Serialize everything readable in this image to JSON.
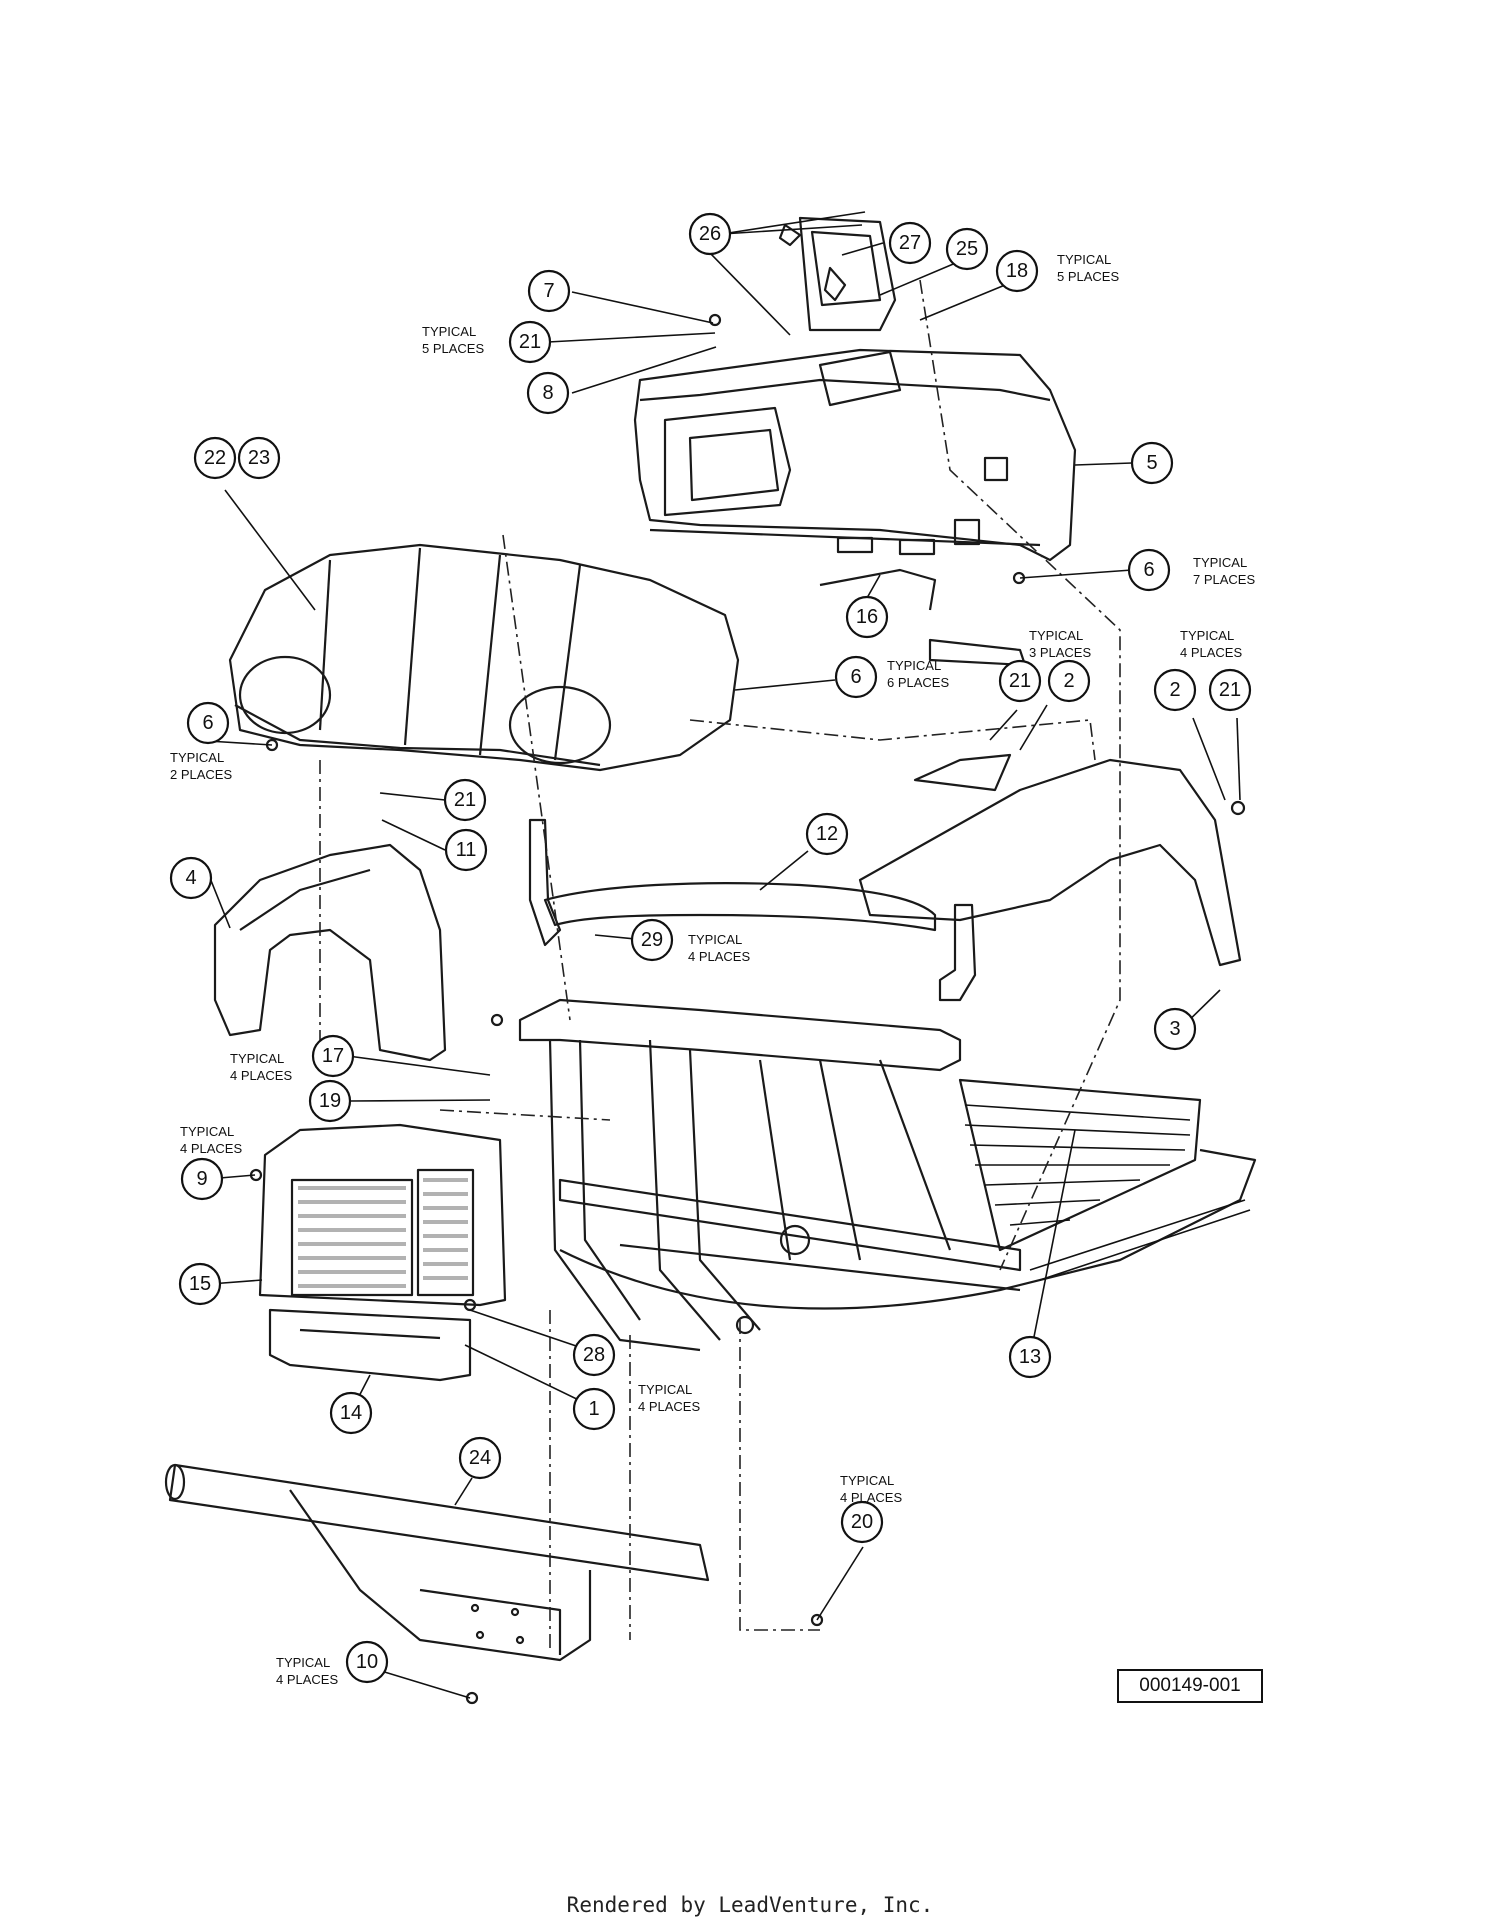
{
  "callouts": [
    {
      "number": "26"
    },
    {
      "number": "27"
    },
    {
      "number": "25"
    },
    {
      "number": "18"
    },
    {
      "number": "7"
    },
    {
      "number": "21"
    },
    {
      "number": "8"
    },
    {
      "number": "5"
    },
    {
      "number": "6"
    },
    {
      "number": "16"
    },
    {
      "number": "22"
    },
    {
      "number": "23"
    },
    {
      "number": "6"
    },
    {
      "number": "21"
    },
    {
      "number": "2"
    },
    {
      "number": "2"
    },
    {
      "number": "21"
    },
    {
      "number": "6"
    },
    {
      "number": "21"
    },
    {
      "number": "11"
    },
    {
      "number": "4"
    },
    {
      "number": "12"
    },
    {
      "number": "29"
    },
    {
      "number": "3"
    },
    {
      "number": "17"
    },
    {
      "number": "19"
    },
    {
      "number": "9"
    },
    {
      "number": "15"
    },
    {
      "number": "28"
    },
    {
      "number": "13"
    },
    {
      "number": "14"
    },
    {
      "number": "1"
    },
    {
      "number": "24"
    },
    {
      "number": "20"
    },
    {
      "number": "10"
    }
  ],
  "notes": {
    "n_top_line1": "TYPICAL",
    "n_top_line2": "5 PLACES",
    "n_left_line1": "TYPICAL",
    "n_left_line2": "5 PLACES",
    "n_right6_line1": "TYPICAL",
    "n_right6_line2": "7 PLACES",
    "n_mid6_line1": "TYPICAL",
    "n_mid6_line2": "6 PLACES",
    "n_three_line1": "TYPICAL",
    "n_three_line2": "3 PLACES",
    "n_four_line1": "TYPICAL",
    "n_four_line2": "4 PLACES",
    "n_two_line1": "TYPICAL",
    "n_two_line2": "2 PLACES",
    "n_29_line1": "TYPICAL",
    "n_29_line2": "4 PLACES",
    "n_17_line1": "TYPICAL",
    "n_17_line2": "4 PLACES",
    "n_9_line1": "TYPICAL",
    "n_9_line2": "4 PLACES",
    "n_frame_line1": "TYPICAL",
    "n_frame_line2": "4 PLACES",
    "n_20_line1": "TYPICAL",
    "n_20_line2": "4 PLACES",
    "n_10_line1": "TYPICAL",
    "n_10_line2": "4 PLACES"
  },
  "reference_number": "000149-001",
  "footer": "Rendered by LeadVenture, Inc."
}
